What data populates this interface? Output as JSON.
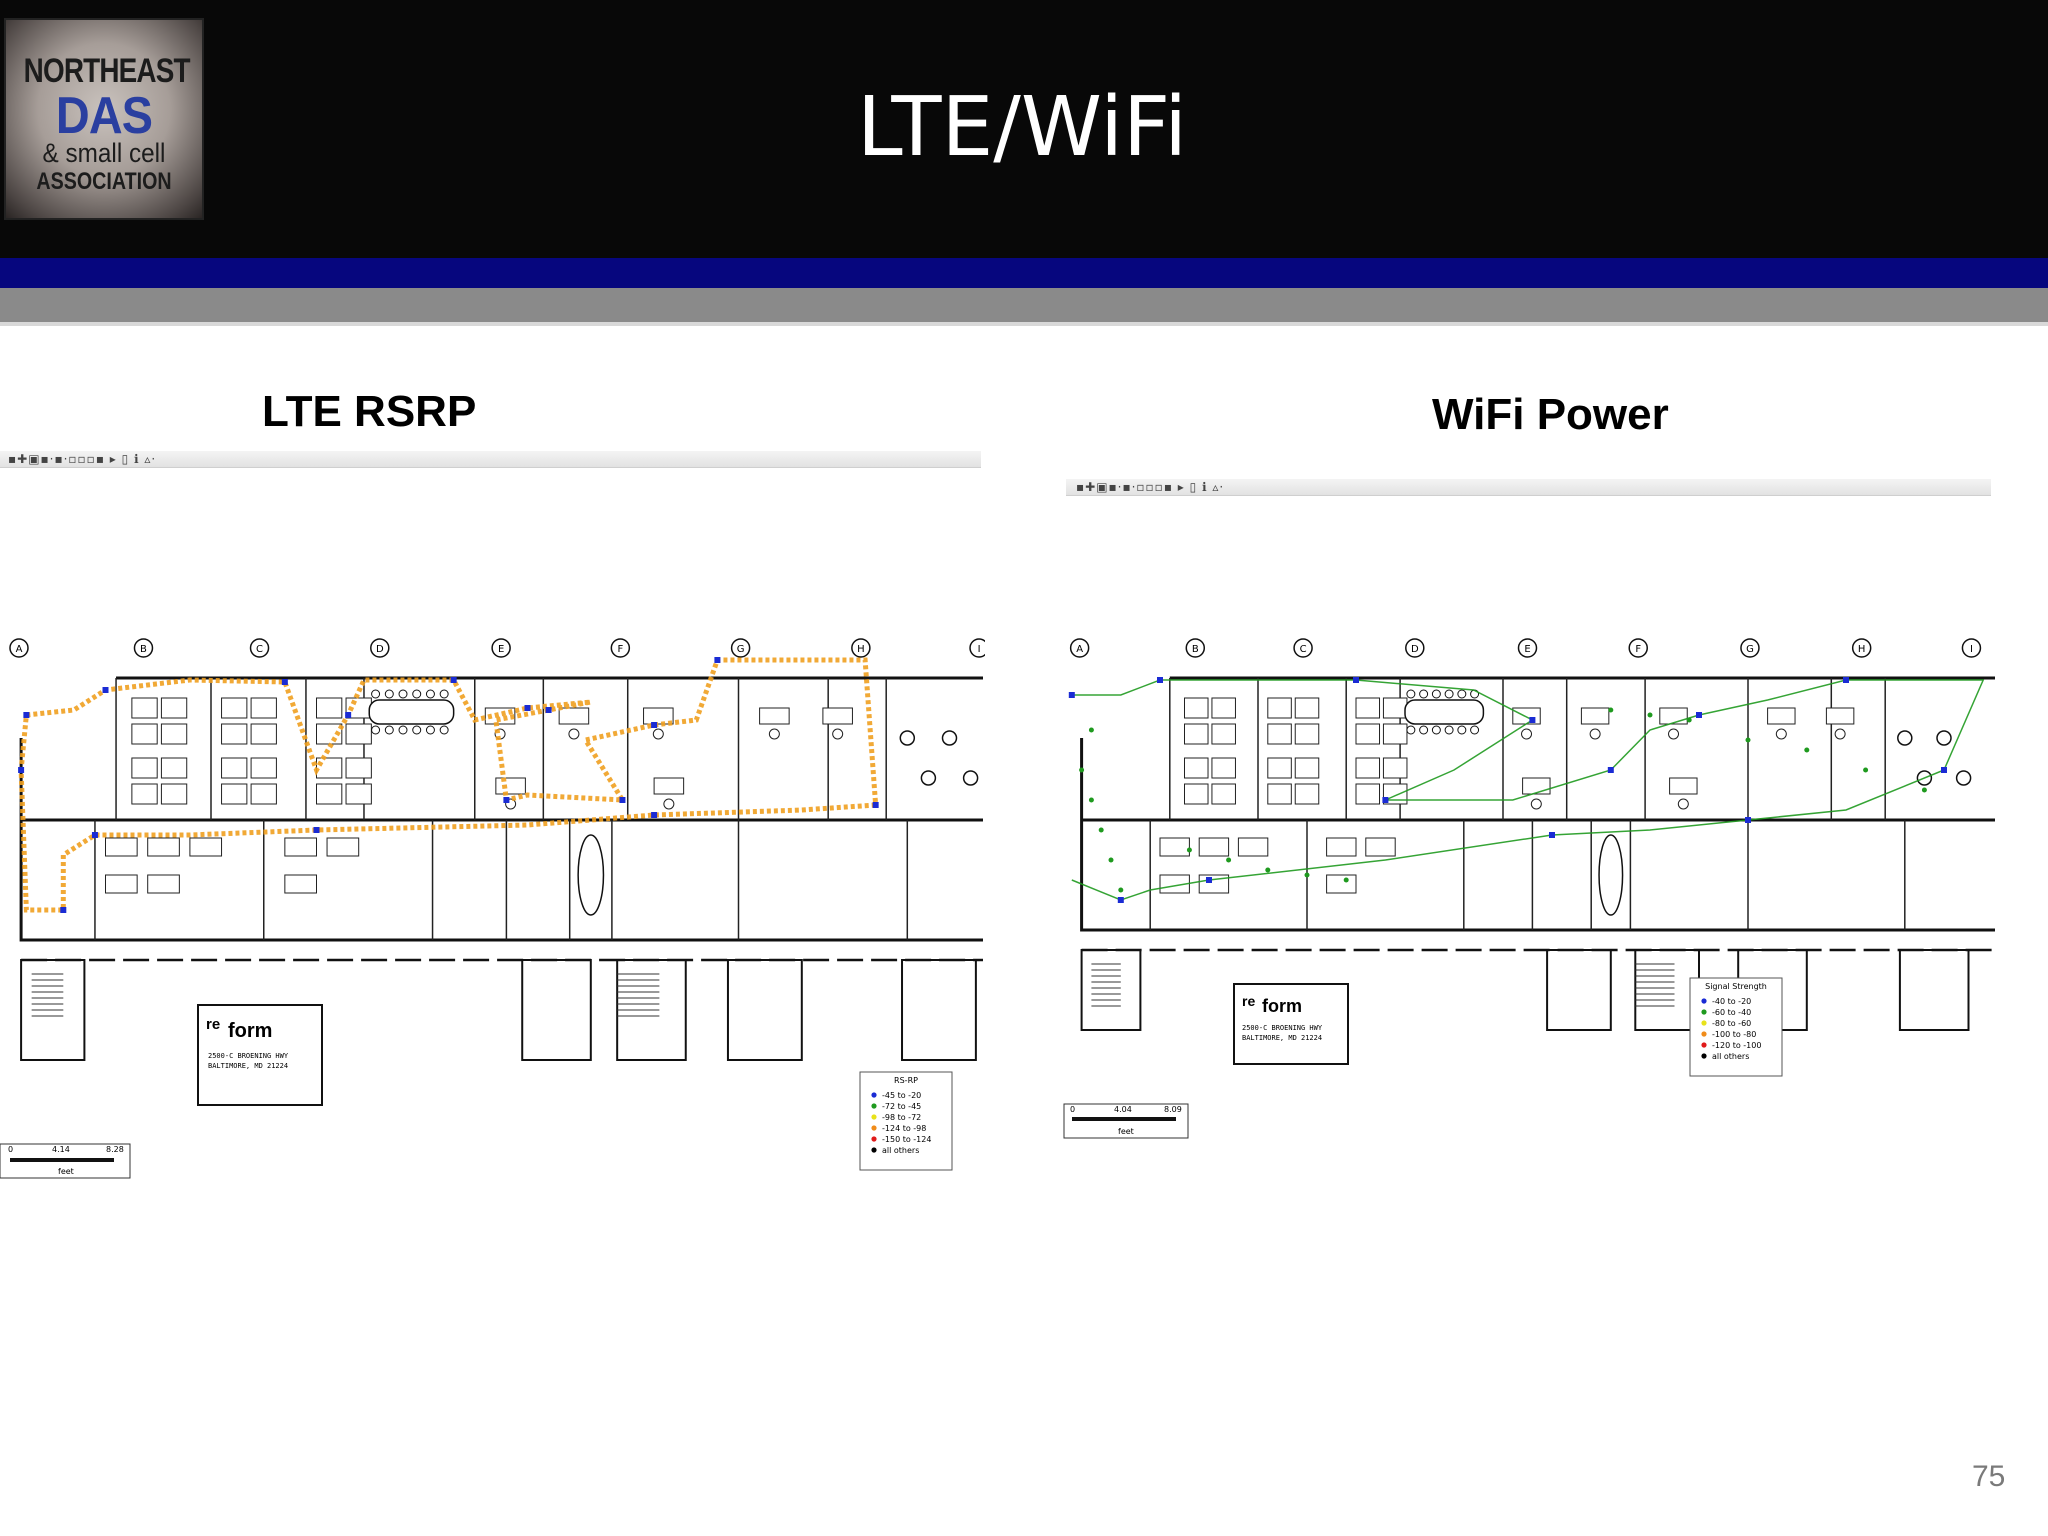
{
  "slide": {
    "title": "LTE/WiFi",
    "page_number": "75"
  },
  "logo": {
    "line1": "NORTHEAST",
    "line2": "DAS",
    "line3": "& small cell",
    "line4": "ASSOCIATION"
  },
  "lte": {
    "title": "LTE RSRP",
    "toolbar_glyphs": "▪✚▣▪·▪·▫▫▫▪ ▸ ▯ ℹ ▵·",
    "plan_label_line1": "form",
    "plan_label_re": "re",
    "plan_label_line2": "2500-C BROENING HWY",
    "plan_label_line3": "BALTIMORE, MD 21224",
    "scale_ticks": [
      "0",
      "4.14",
      "8.28"
    ],
    "scale_unit": "feet",
    "legend_title": "RS-RP",
    "legend_items": [
      {
        "label": "-45 to  -20",
        "color": "#1a2bd4"
      },
      {
        "label": "-72 to  -45",
        "color": "#1f9a1f"
      },
      {
        "label": "-98 to  -72",
        "color": "#e8e21a"
      },
      {
        "label": "-124 to  -98",
        "color": "#f08c1a"
      },
      {
        "label": "-150 to -124",
        "color": "#e01a1a"
      },
      {
        "label": "all others",
        "color": "#000000"
      }
    ],
    "column_markers": [
      "A",
      "B",
      "C",
      "D",
      "E",
      "F",
      "G",
      "H",
      "I"
    ],
    "path_color": "#f0a020"
  },
  "wifi": {
    "title": "WiFi Power",
    "toolbar_glyphs": "▪✚▣▪·▪·▫▫▫▪ ▸ ▯ ℹ ▵·",
    "plan_label_line1": "form",
    "plan_label_re": "re",
    "plan_label_line2": "2500-C BROENING HWY",
    "plan_label_line3": "BALTIMORE, MD 21224",
    "scale_ticks": [
      "0",
      "4.04",
      "8.09"
    ],
    "scale_unit": "feet",
    "legend_title": "Signal Strength",
    "legend_items": [
      {
        "label": "-40 to  -20",
        "color": "#1a2bd4"
      },
      {
        "label": "-60 to  -40",
        "color": "#1f9a1f"
      },
      {
        "label": "-80 to  -60",
        "color": "#e8e21a"
      },
      {
        "label": "-100 to  -80",
        "color": "#f08c1a"
      },
      {
        "label": "-120 to -100",
        "color": "#e01a1a"
      },
      {
        "label": "all others",
        "color": "#000000"
      }
    ],
    "column_markers": [
      "A",
      "B",
      "C",
      "D",
      "E",
      "F",
      "G",
      "H",
      "I"
    ],
    "path_color": "#1f9a1f"
  }
}
